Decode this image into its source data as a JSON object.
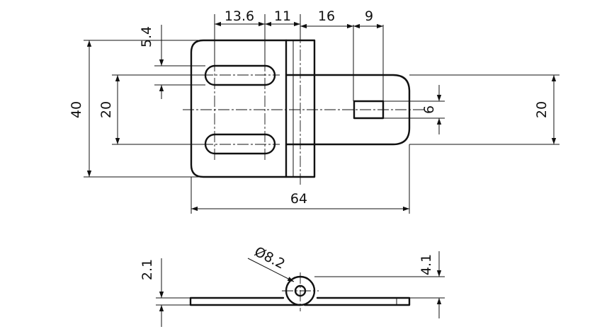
{
  "colors": {
    "ink": "#111111",
    "background": "#ffffff"
  },
  "top_view": {
    "dimensions": {
      "slot_spacing": "13.6",
      "slot_to_knuckle": "11",
      "leaf_offset": "16",
      "window_width": "9",
      "slot_offset_vertical": "5.4",
      "overall_height": "40",
      "slot_pitch": "20",
      "window_height": "6",
      "tongue_height": "20",
      "overall_length": "64"
    }
  },
  "side_view": {
    "dimensions": {
      "pin_diameter": "Ø8.2",
      "leaf_thickness": "2.1",
      "knuckle_height": "4.1"
    }
  }
}
